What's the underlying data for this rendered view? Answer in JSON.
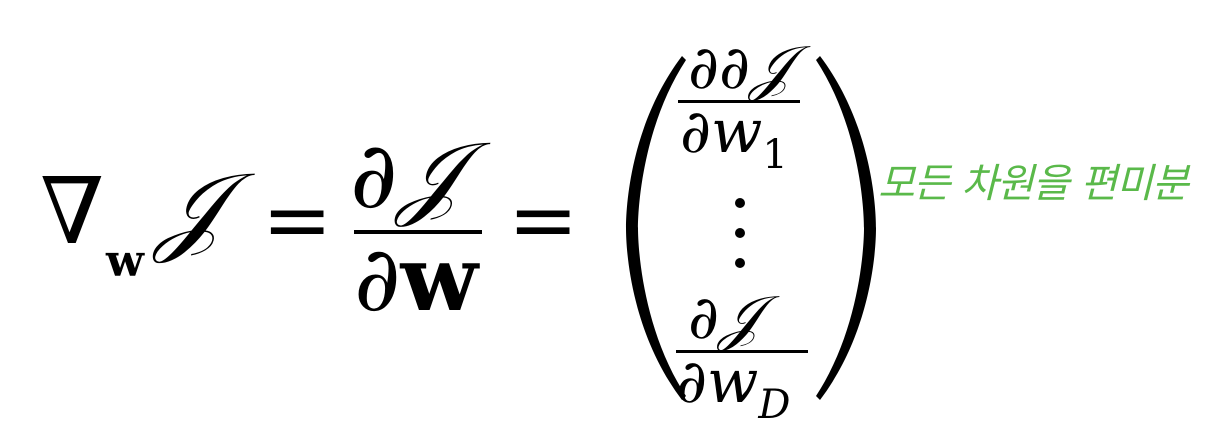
{
  "equation": {
    "nabla": "∇",
    "nabla_subscript": "w",
    "cost": "𝒥",
    "equals": "=",
    "partial": "∂",
    "vector_w": "w",
    "vector_entries": [
      {
        "numerator": "∂𝒥",
        "denominator": "∂w",
        "subscript": "1"
      },
      {
        "numerator": "∂𝒥",
        "denominator": "∂w",
        "subscript": "D"
      }
    ]
  },
  "handwritten_note": {
    "text": "모든 차원을 편미분",
    "color": "#5ab94a"
  }
}
